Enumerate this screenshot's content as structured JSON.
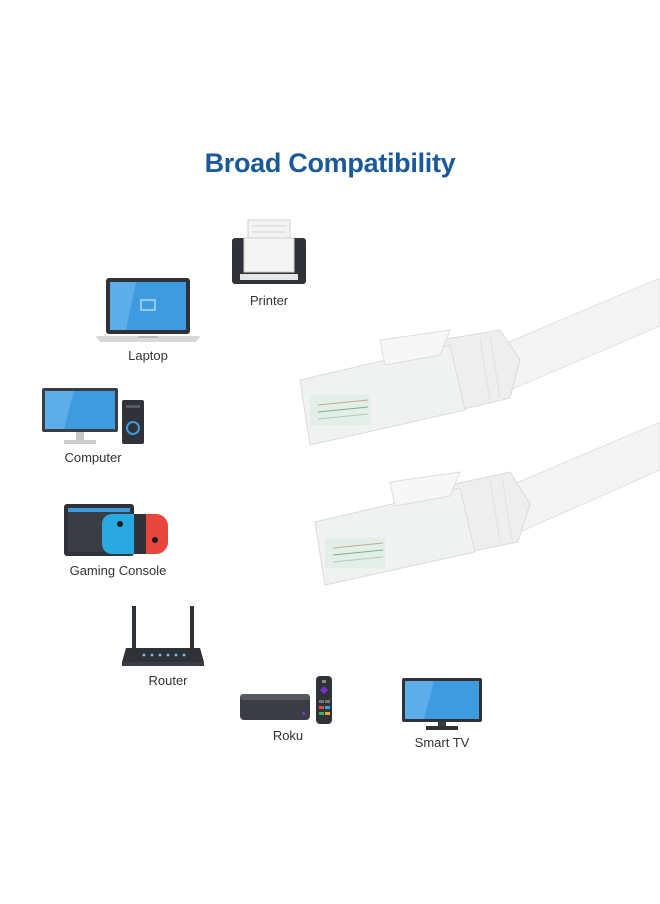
{
  "title": "Broad Compatibility",
  "devices": [
    {
      "label": "Printer",
      "icon": "printer-icon"
    },
    {
      "label": "Laptop",
      "icon": "laptop-icon"
    },
    {
      "label": "Computer",
      "icon": "computer-icon"
    },
    {
      "label": "Gaming Console",
      "icon": "gaming-console-icon"
    },
    {
      "label": "Router",
      "icon": "router-icon"
    },
    {
      "label": "Roku",
      "icon": "roku-icon"
    },
    {
      "label": "Smart TV",
      "icon": "smart-tv-icon"
    }
  ],
  "colors": {
    "title": "#1a5a9a",
    "screen_blue": "#3e9be0",
    "device_dark": "#2f3338",
    "cable_white": "#f4f4f4"
  }
}
